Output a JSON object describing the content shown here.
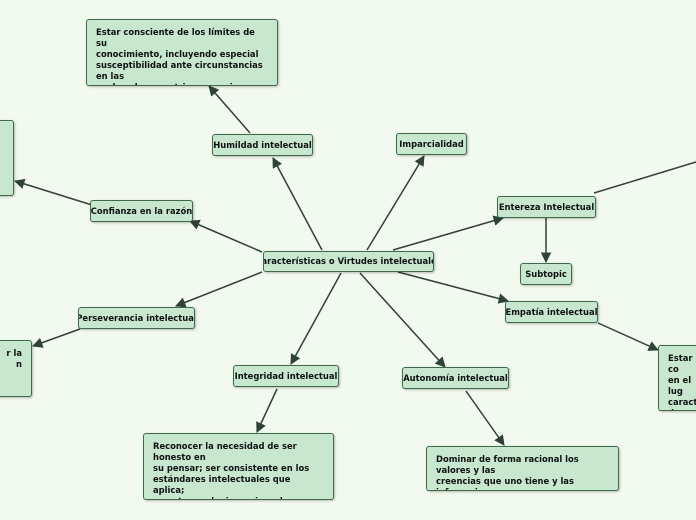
{
  "map": {
    "central": "Características o Virtudes intelectuales",
    "topics": {
      "humildad": "Humildad intelectual",
      "imparcialidad": "Imparcialidad",
      "confianza": "Confianza en la razón",
      "entereza": "Entereza Intelectual",
      "subtopic": "Subtopic",
      "perseverancia": "Perseverancia intelectual",
      "empatia": "Empatía intelectual",
      "integridad": "Integridad intelectual",
      "autonomia": "Autonomía intelectual"
    },
    "notes": {
      "humildad": "Estar consciente de los límites de su\nconocimiento, incluyendo especial\nsusceptibilidad ante circunstancias en las\ncuales el egocentrismo propio puede\nresultar engañoso.",
      "integridad": "Reconocer la necesidad de ser honesto en\nsu pensar; ser consistente en los\nestándares intelectuales que aplica;\nsometerse al mismo rigor de evidencia y\nprueba que exige de los demás",
      "autonomia": "Dominar de forma racional los valores y las\ncreencias que uno tiene y las inferencias\nque uno hace.",
      "empatia": "Estar co\nen el lug\ncaracte\nde cons\nvista.",
      "perseverancia": "r la\nn",
      "confianza": ""
    }
  }
}
